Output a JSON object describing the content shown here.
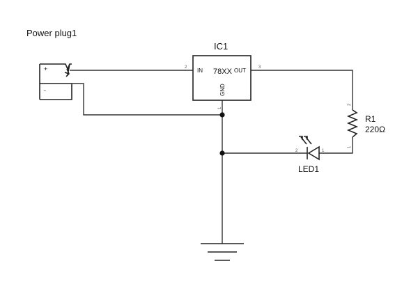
{
  "labels": {
    "power_plug": "Power plug1",
    "plug_plus": "+",
    "plug_minus": "-",
    "ic_ref": "IC1",
    "ic_part": "78XX",
    "ic_in": "IN",
    "ic_out": "OUT",
    "ic_gnd": "GND",
    "resistor_ref": "R1",
    "resistor_value": "220Ω",
    "led_ref": "LED1"
  },
  "pins": {
    "ic_in": "2",
    "ic_out": "3",
    "ic_gnd": "1",
    "r_top": "2",
    "r_bottom": "1",
    "led_anode": "2",
    "led_cathode": "1"
  }
}
